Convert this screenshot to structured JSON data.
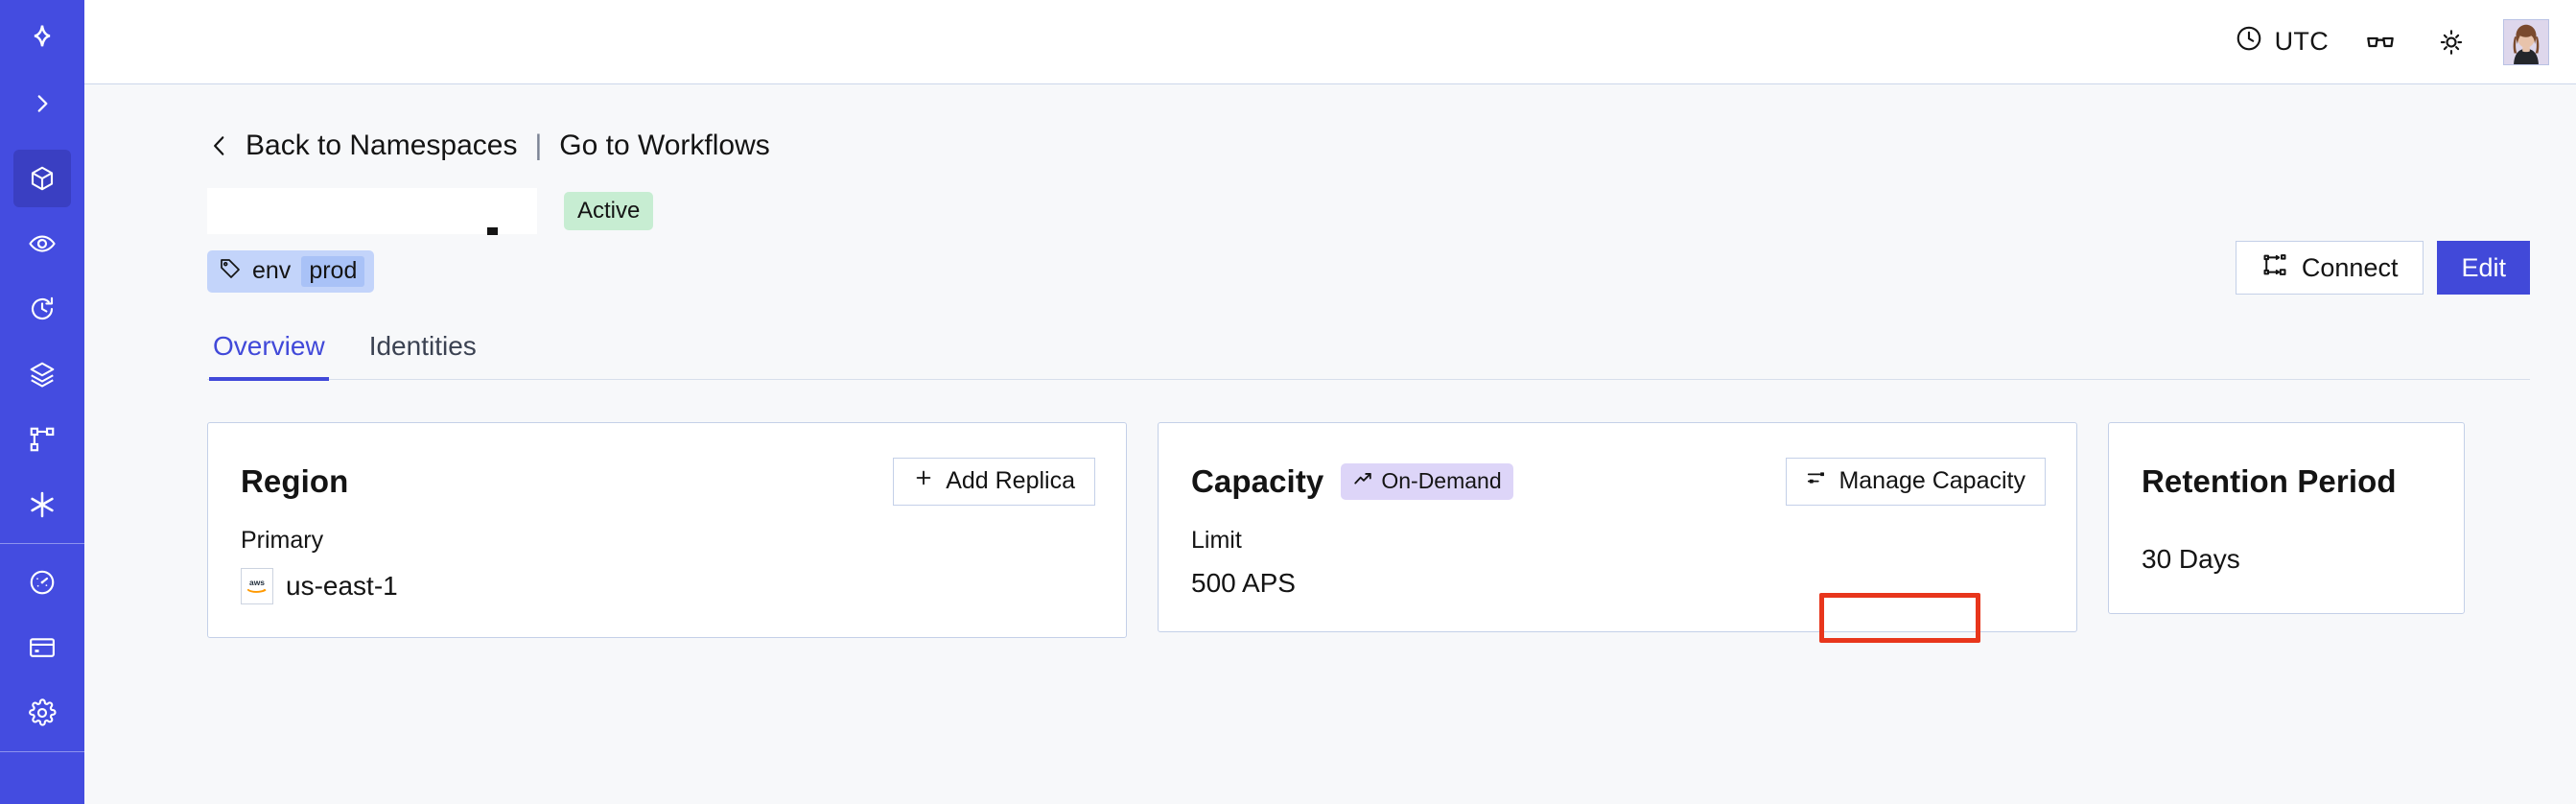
{
  "sidebar": {
    "logo": "temporal-logo-icon",
    "collapse_label": "expand-sidebar-icon",
    "items": [
      {
        "name": "namespaces",
        "icon": "cube-icon",
        "active": true
      },
      {
        "name": "observability",
        "icon": "eye-icon",
        "active": false
      },
      {
        "name": "history",
        "icon": "clock-rewind-icon",
        "active": false
      },
      {
        "name": "layers",
        "icon": "layers-icon",
        "active": false
      },
      {
        "name": "workflows",
        "icon": "branch-icon",
        "active": false
      },
      {
        "name": "nexus",
        "icon": "asterisk-icon",
        "active": false
      }
    ],
    "bottom_items": [
      {
        "name": "usage",
        "icon": "gauge-icon",
        "active": false
      },
      {
        "name": "billing",
        "icon": "credit-card-icon",
        "active": false
      },
      {
        "name": "settings",
        "icon": "gear-icon",
        "active": false
      }
    ]
  },
  "topbar": {
    "timezone": "UTC",
    "timezone_icon": "clock-icon",
    "glasses_icon": "glasses-icon",
    "theme_icon": "sun-icon",
    "avatar_alt": "user-avatar"
  },
  "breadcrumb": {
    "back_icon": "chevron-left-icon",
    "back_label": "Back to Namespaces",
    "separator": "|",
    "forward_label": "Go to Workflows"
  },
  "header": {
    "namespace_title": "",
    "status": "Active",
    "connect_label": "Connect",
    "connect_icon": "connect-icon",
    "edit_label": "Edit",
    "tags": [
      {
        "icon": "tag-icon",
        "key": "env",
        "value": "prod"
      }
    ]
  },
  "tabs": [
    {
      "label": "Overview",
      "active": true
    },
    {
      "label": "Identities",
      "active": false
    }
  ],
  "cards": {
    "region": {
      "title": "Region",
      "action_label": "Add Replica",
      "action_icon": "plus-icon",
      "sub_label": "Primary",
      "provider_icon": "aws-icon",
      "value": "us-east-1"
    },
    "capacity": {
      "title": "Capacity",
      "badge_label": "On-Demand",
      "badge_icon": "trend-up-icon",
      "action_label": "Manage Capacity",
      "action_icon": "sliders-icon",
      "sub_label": "Limit",
      "value": "500 APS",
      "highlighted": true
    },
    "retention": {
      "title": "Retention Period",
      "value": "30 Days"
    }
  },
  "colors": {
    "brand_blue": "#4149d9",
    "sidebar_blue": "#444ce0",
    "active_green": "#c7edd2",
    "tag_blue": "#c3d4fa",
    "ondemand_purple": "#ddd5f8",
    "annotation_red": "#e8361c",
    "page_bg": "#f7f8fa",
    "card_border": "#c4d0e8"
  }
}
